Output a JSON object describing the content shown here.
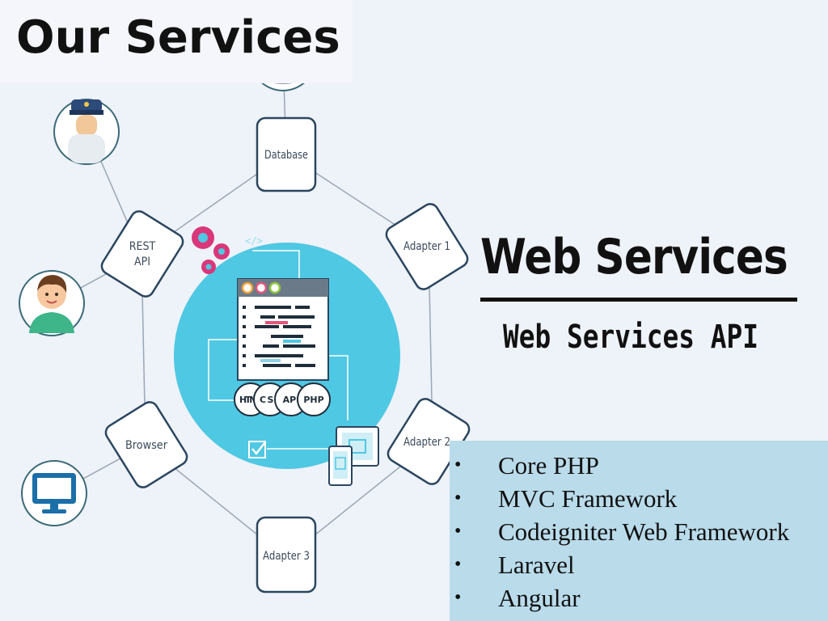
{
  "slide": {
    "title": "Our Services"
  },
  "diagram": {
    "nodes": {
      "database": "Database",
      "rest_api": [
        "REST",
        "API"
      ],
      "adapter1": "Adapter 1",
      "browser": "Browser",
      "adapter2": "Adapter 2",
      "adapter3": "Adapter 3"
    },
    "chips": [
      "HTML",
      "CSS",
      "API",
      "PHP"
    ],
    "code_tag": "</>",
    "colors": {
      "hub": "#4fc8e3",
      "node_border": "#2b4660",
      "edge": "#9aa7b4",
      "gear": "#d9377a"
    },
    "icons": [
      "database-icon",
      "policeman-avatar-icon",
      "user-avatar-icon",
      "monitor-icon",
      "gear-icon",
      "checkbox-icon",
      "devices-icon",
      "code-window-icon"
    ]
  },
  "heading": {
    "main": "Web Services",
    "sub": "Web Services API"
  },
  "services": {
    "bullet": "•",
    "items": [
      "Core PHP",
      "MVC Framework",
      "Codeigniter Web Framework",
      "Laravel",
      "Angular"
    ]
  }
}
